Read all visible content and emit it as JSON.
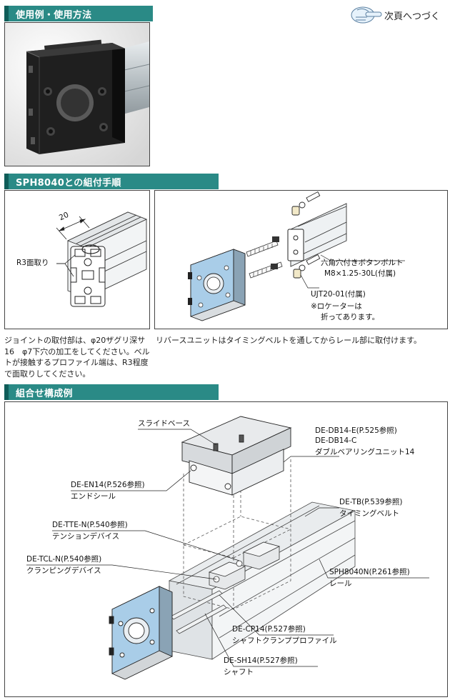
{
  "nav": {
    "next_page": "次頁へつづく",
    "hand_icon": "pointing-hand-icon"
  },
  "sections": {
    "usage": {
      "title": "使用例・使用方法"
    },
    "assembly": {
      "title": "SPH8040との組付手順"
    },
    "combo": {
      "title": "組合せ構成例"
    }
  },
  "assembly": {
    "dimension": "20",
    "chamfer_label": "R3面取り",
    "bolt_label_1": "六角穴付きボタンボルト",
    "bolt_label_2": "M8×1.25-30L(付属)",
    "locator_label": "UJT20-01(付属)",
    "locator_note_1": "※ロケーターは",
    "locator_note_2": "折ってあります。",
    "note_left": "ジョイントの取付部は、φ20ザグリ深サ16　φ7下穴の加工をしてください。ベルトが接触するプロファイル端は、R3程度で面取りしてください。",
    "note_right": "リバースユニットはタイミングベルトを通してからレール部に取付けます。"
  },
  "combo": {
    "slide_base": "スライドベース",
    "db_code_1": "DE-DB14-E(P.525参照)",
    "db_code_2": "DE-DB14-C",
    "db_name": "ダブルベアリングユニット14",
    "en_code": "DE-EN14(P.526参照)",
    "en_name": "エンドシール",
    "tb_code": "DE-TB(P.539参照)",
    "tb_name": "タイミングベルト",
    "tte_code": "DE-TTE-N(P.540参照)",
    "tte_name": "テンションデバイス",
    "tcl_code": "DE-TCL-N(P.540参照)",
    "tcl_name": "クランピングデバイス",
    "rail_code": "SPH8040N(P.261参照)",
    "rail_name": "レール",
    "cp_code": "DE-CP14(P.527参照)",
    "cp_name": "シャフトクランププロファイル",
    "sh_code": "DE-SH14(P.527参照)",
    "sh_name": "シャフト"
  },
  "colors": {
    "section_bar": "#2a8a86",
    "plate_blue": "#a9cde8",
    "plate_dark": "#222222"
  }
}
